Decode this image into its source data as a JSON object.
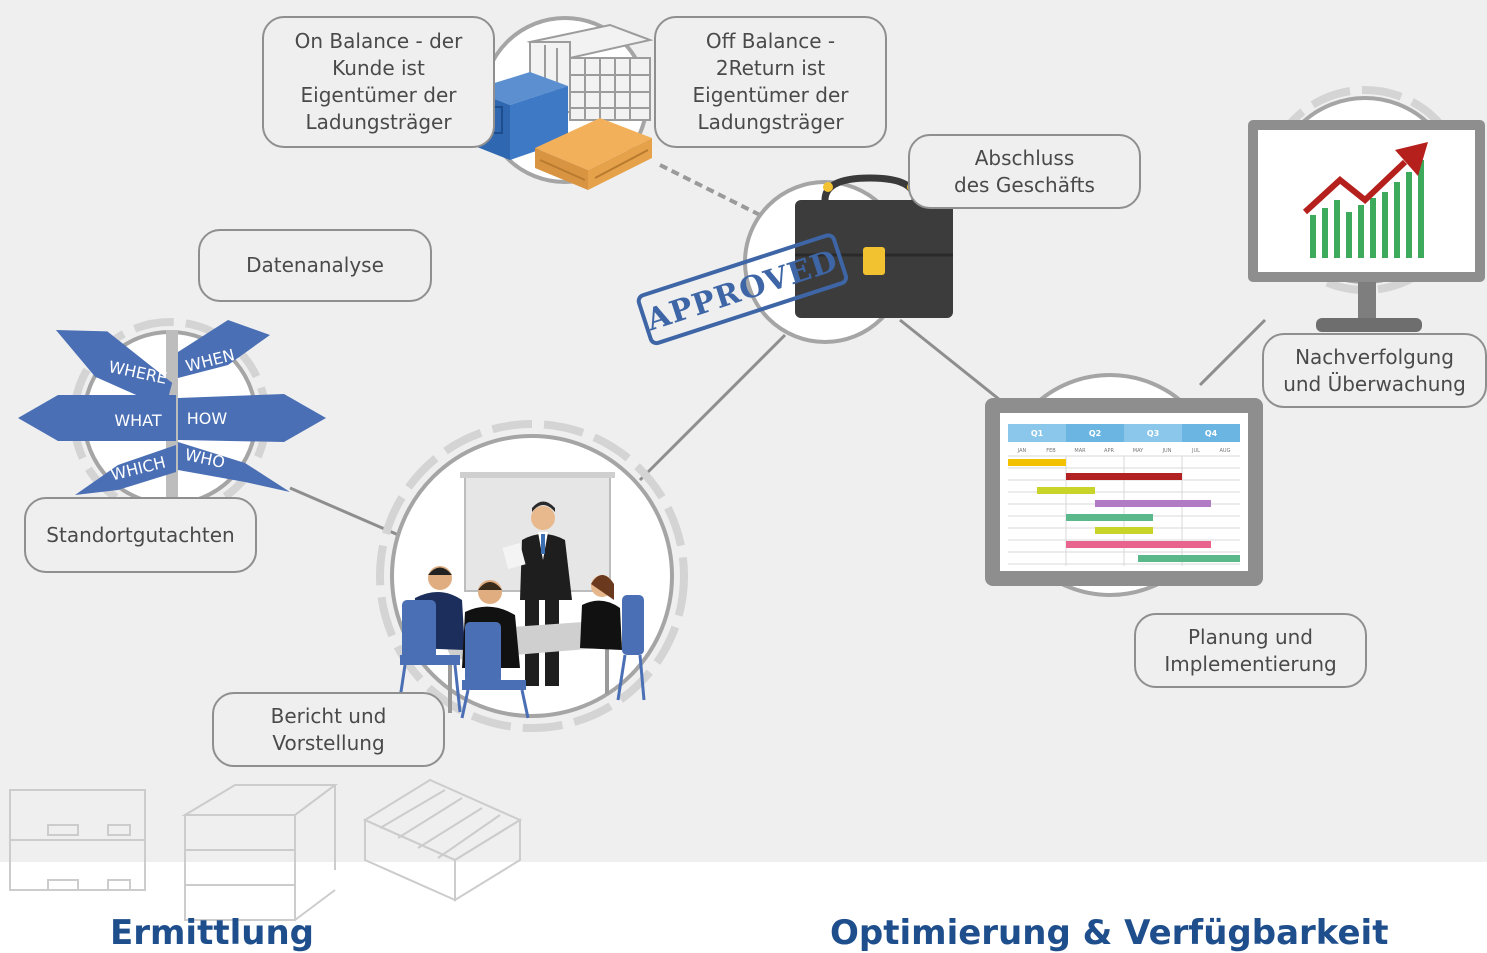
{
  "labels": {
    "on_balance": "On Balance - der\nKunde ist\nEigentümer der\nLadungsträger",
    "off_balance": "Off Balance -\n2Return ist\nEigentümer der\nLadungsträger",
    "abschluss": "Abschluss\ndes Geschäfts",
    "datenanalyse": "Datenanalyse",
    "standort": "Standortgutachten",
    "bericht": "Bericht und\nVorstellung",
    "planung": "Planung und\nImplementierung",
    "nachverfolgung": "Nachverfolgung\nund Überwachung"
  },
  "signpost": {
    "where": "WHERE",
    "when": "WHEN",
    "what": "WHAT",
    "how": "HOW",
    "which": "WHICH",
    "who": "WHO"
  },
  "stamp": "APPROVED",
  "gantt": {
    "quarters": [
      "Q1",
      "Q2",
      "Q3",
      "Q4"
    ],
    "months": [
      "JAN",
      "FEB",
      "MAR",
      "APR",
      "MAY",
      "JUN",
      "JUL",
      "AUG"
    ]
  },
  "footer": {
    "left": "Ermittlung",
    "right": "Optimierung & Verfügbarkeit"
  },
  "colors": {
    "accent_blue": "#4a6fb5",
    "footer_blue": "#1f4e8c",
    "chart_green": "#3daa5c",
    "chart_arrow": "#b5201c"
  }
}
